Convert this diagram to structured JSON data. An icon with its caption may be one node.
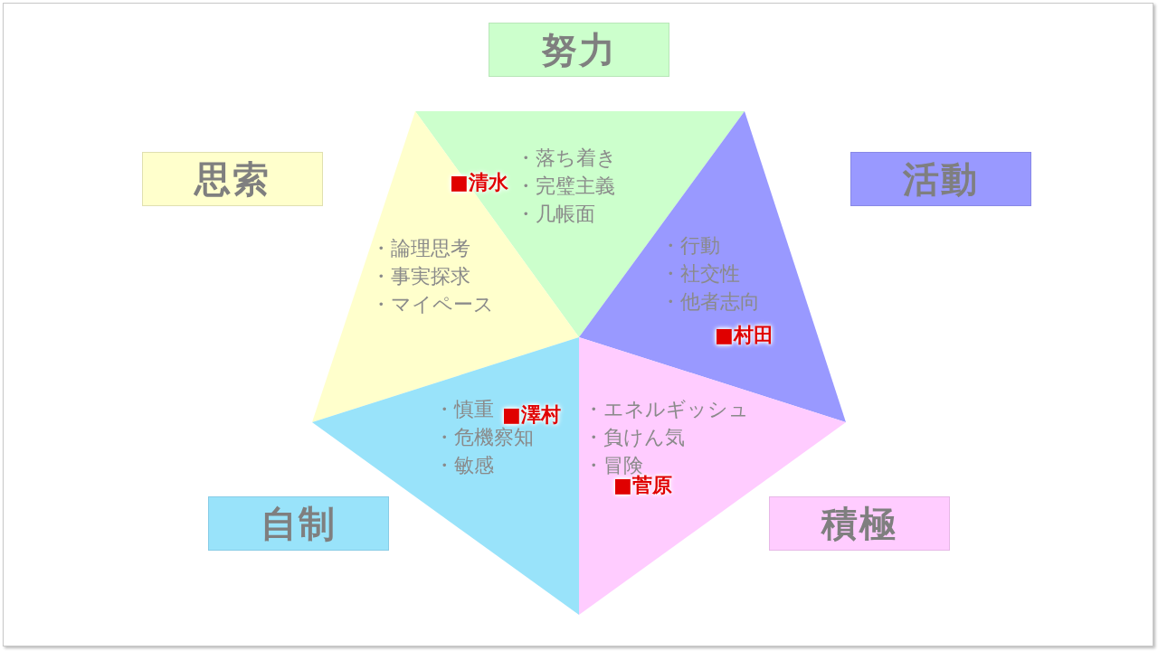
{
  "diagram": {
    "nodes": [
      {
        "text": [
          "努力"
        ]
      },
      {
        "text": [
          "思索"
        ]
      },
      {
        "text": [
          "活動"
        ]
      },
      {
        "text": [
          "・落ち着き",
          "・完璧主義",
          "・几帳面"
        ]
      },
      {
        "text": [
          "・論理思考",
          "・事実探求",
          "・マイペース"
        ]
      },
      {
        "text": [
          "・行動",
          "・社交性",
          "・他者志向"
        ]
      },
      {
        "text": [
          "・慎重",
          "・危機察知",
          "・敏感"
        ]
      },
      {
        "text": [
          "・エネルギッシュ",
          "・負けん気",
          "・冒険"
        ]
      },
      {
        "text": [
          "自制"
        ]
      },
      {
        "text": [
          "積極"
        ]
      }
    ],
    "labels": [
      "■清水",
      "■村田",
      "■澤村",
      "■菅原"
    ]
  }
}
